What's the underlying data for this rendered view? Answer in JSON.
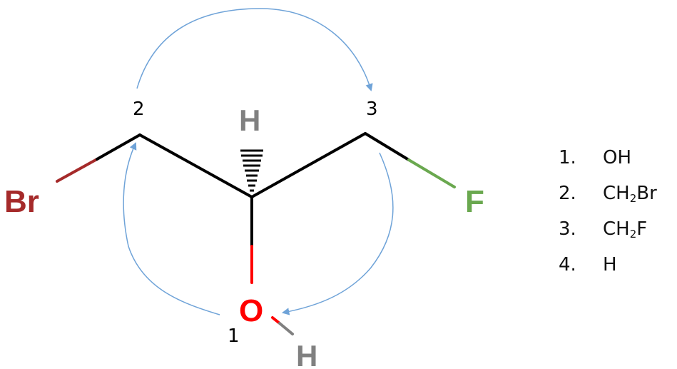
{
  "atoms": {
    "br": "Br",
    "f": "F",
    "o": "O",
    "h_top": "H",
    "h_bottom": "H"
  },
  "ranks": [
    "1",
    "2",
    "3"
  ],
  "priority_list": [
    {
      "number": "1.",
      "main": "OH",
      "sub": "",
      "tail": ""
    },
    {
      "number": "2.",
      "main": "CH",
      "sub": "2",
      "tail": "Br"
    },
    {
      "number": "3.",
      "main": "CH",
      "sub": "2",
      "tail": "F"
    },
    {
      "number": "4.",
      "main": "H",
      "sub": "",
      "tail": ""
    }
  ],
  "colors": {
    "bond": "#000000",
    "bromine": "#a52a2a",
    "fluorine": "#6aa84f",
    "oxygen": "#ff0000",
    "hydrogen": "#808080",
    "arrow": "#6fa3d8"
  }
}
